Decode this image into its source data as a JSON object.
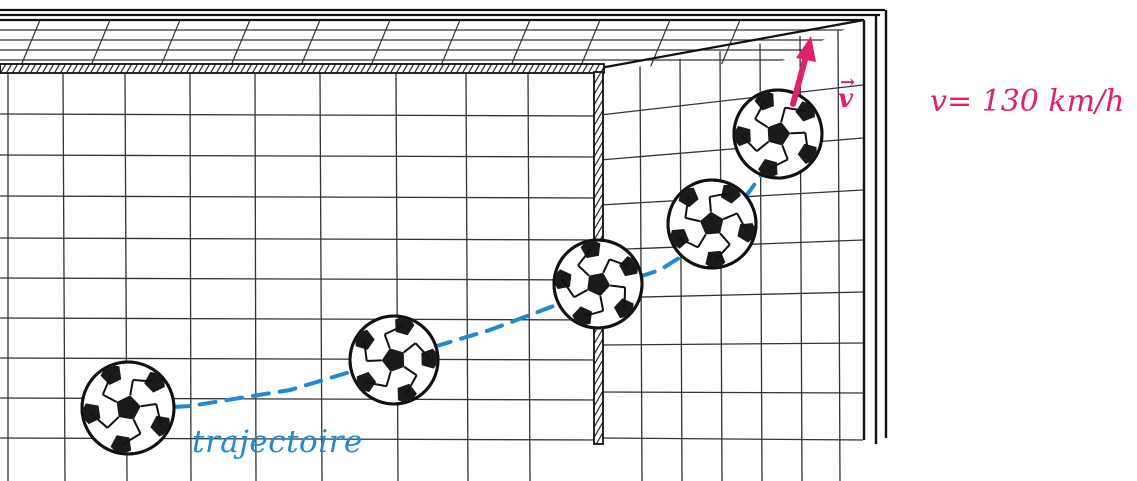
{
  "labels": {
    "trajectory": "trajectoire",
    "velocity_symbol": "v",
    "velocity_arrow": "→",
    "speed": "v= 130 km/h"
  },
  "colors": {
    "trajectory": "#2288d0",
    "velocity": "#e0206e",
    "ink": "#111111",
    "ball_panel": "#1a1a1a"
  },
  "balls": [
    {
      "id": 1
    },
    {
      "id": 2
    },
    {
      "id": 3
    },
    {
      "id": 4
    },
    {
      "id": 5
    }
  ]
}
